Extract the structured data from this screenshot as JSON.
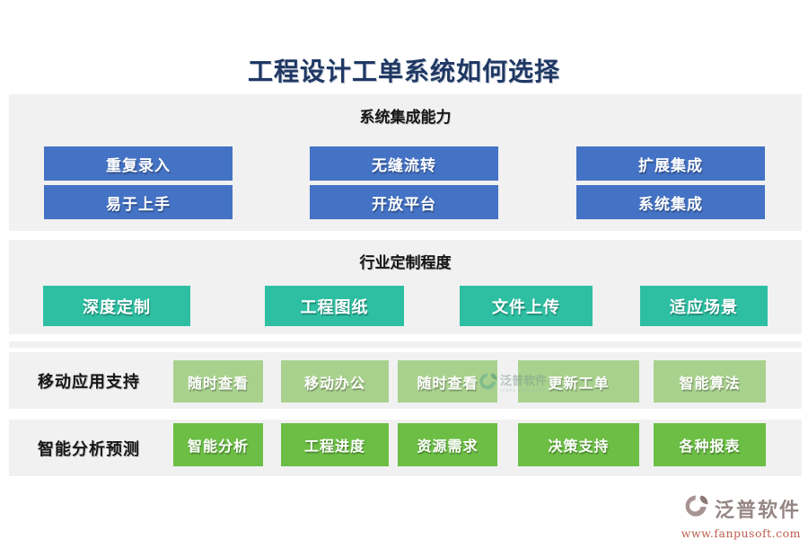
{
  "title": "工程设计工单系统如何选择",
  "sections": [
    {
      "id": "system-integration",
      "header": "系统集成能力",
      "style": "blue",
      "buttons": [
        "重复录入",
        "无缝流转",
        "扩展集成",
        "易于上手",
        "开放平台",
        "系统集成"
      ]
    },
    {
      "id": "industry-customization",
      "header": "行业定制程度",
      "style": "teal",
      "buttons": [
        "深度定制",
        "工程图纸",
        "文件上传",
        "适应场景"
      ]
    },
    {
      "id": "mobile-support",
      "label": "移动应用支持",
      "style": "lightgreen",
      "buttons": [
        "随时查看",
        "移动办公",
        "随时查看",
        "更新工单",
        "智能算法"
      ]
    },
    {
      "id": "smart-analytics",
      "label": "智能分析预测",
      "style": "green",
      "buttons": [
        "智能分析",
        "工程进度",
        "资源需求",
        "决策支持",
        "各种报表"
      ]
    }
  ],
  "watermark": {
    "name": "泛普软件",
    "subtitle": "FANPU SOFTWARE"
  },
  "footer": {
    "name": "泛普软件",
    "url": "www.fanpusoft.com"
  },
  "icons": {
    "watermark_icon": "fanpu-swoosh-icon",
    "footer_icon": "fanpu-swoosh-icon"
  },
  "colors": {
    "title_navy": "#1f3864",
    "band_gray": "#f1f1f2",
    "blue": "#4472c4",
    "teal": "#2ebfa3",
    "light_green": "#a9d18e",
    "green": "#6cbe45",
    "logo_text": "#968686",
    "logo_url": "#bb5c4e"
  }
}
